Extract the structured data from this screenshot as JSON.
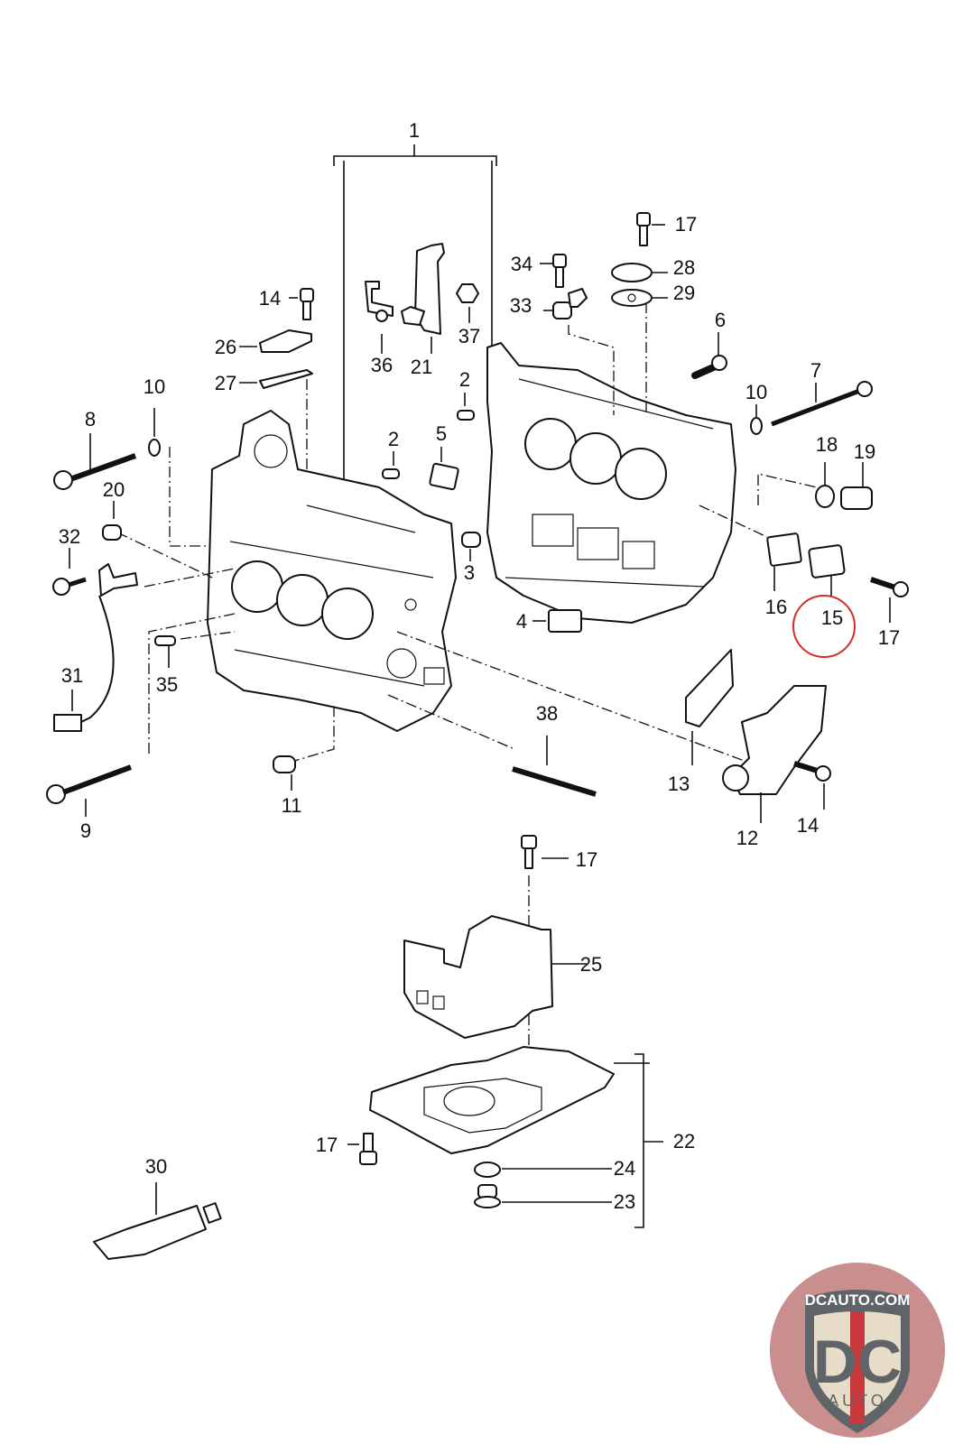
{
  "diagram": {
    "title": "Crankcase exploded parts diagram",
    "highlight": {
      "part": "15",
      "color": "#d62b2b"
    },
    "labels": [
      {
        "id": "1",
        "text": "1"
      },
      {
        "id": "2a",
        "text": "2"
      },
      {
        "id": "2b",
        "text": "2"
      },
      {
        "id": "3",
        "text": "3"
      },
      {
        "id": "4",
        "text": "4"
      },
      {
        "id": "5",
        "text": "5"
      },
      {
        "id": "6",
        "text": "6"
      },
      {
        "id": "7",
        "text": "7"
      },
      {
        "id": "8",
        "text": "8"
      },
      {
        "id": "9",
        "text": "9"
      },
      {
        "id": "10a",
        "text": "10"
      },
      {
        "id": "10b",
        "text": "10"
      },
      {
        "id": "11",
        "text": "11"
      },
      {
        "id": "12",
        "text": "12"
      },
      {
        "id": "13",
        "text": "13"
      },
      {
        "id": "14a",
        "text": "14"
      },
      {
        "id": "14b",
        "text": "14"
      },
      {
        "id": "15",
        "text": "15"
      },
      {
        "id": "16",
        "text": "16"
      },
      {
        "id": "17a",
        "text": "17"
      },
      {
        "id": "17b",
        "text": "17"
      },
      {
        "id": "17c",
        "text": "17"
      },
      {
        "id": "17d",
        "text": "17"
      },
      {
        "id": "18",
        "text": "18"
      },
      {
        "id": "19",
        "text": "19"
      },
      {
        "id": "20",
        "text": "20"
      },
      {
        "id": "21",
        "text": "21"
      },
      {
        "id": "22",
        "text": "22"
      },
      {
        "id": "23",
        "text": "23"
      },
      {
        "id": "24",
        "text": "24"
      },
      {
        "id": "25",
        "text": "25"
      },
      {
        "id": "26",
        "text": "26"
      },
      {
        "id": "27",
        "text": "27"
      },
      {
        "id": "28",
        "text": "28"
      },
      {
        "id": "29",
        "text": "29"
      },
      {
        "id": "30",
        "text": "30"
      },
      {
        "id": "31",
        "text": "31"
      },
      {
        "id": "32",
        "text": "32"
      },
      {
        "id": "33",
        "text": "33"
      },
      {
        "id": "34",
        "text": "34"
      },
      {
        "id": "35",
        "text": "35"
      },
      {
        "id": "36",
        "text": "36"
      },
      {
        "id": "37",
        "text": "37"
      },
      {
        "id": "38",
        "text": "38"
      }
    ]
  },
  "watermark": {
    "site": "DCAUTO.COM",
    "monogram": "DC",
    "subtitle": "AUTO",
    "colors": {
      "shield": "#5f6468",
      "stripe": "#c8383c",
      "fill": "#e6dcc8",
      "backdrop": "#c98f8f"
    }
  }
}
